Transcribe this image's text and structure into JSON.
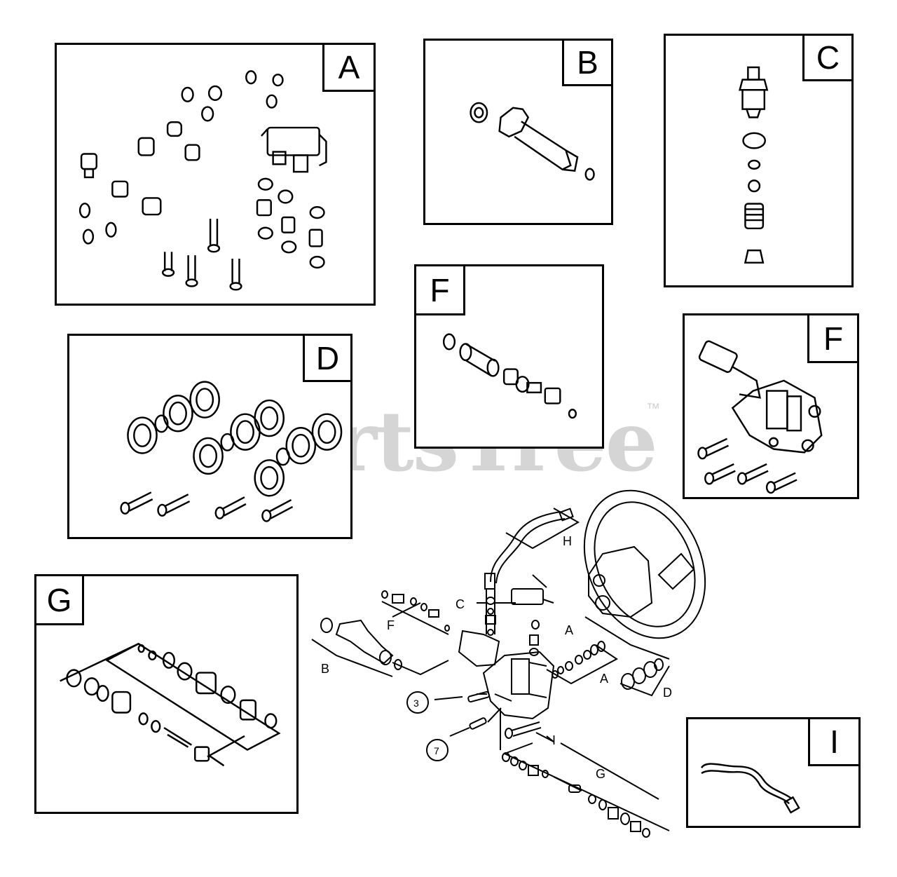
{
  "panels": [
    {
      "id": "A",
      "label": "A"
    },
    {
      "id": "B",
      "label": "B"
    },
    {
      "id": "C",
      "label": "C"
    },
    {
      "id": "D",
      "label": "D"
    },
    {
      "id": "F1",
      "label": "F"
    },
    {
      "id": "F2",
      "label": "F"
    },
    {
      "id": "G",
      "label": "G"
    },
    {
      "id": "I",
      "label": "I"
    }
  ],
  "assembly": {
    "callouts": {
      "H": "H",
      "C": "C",
      "F": "F",
      "A_top": "A",
      "B": "B",
      "A_side": "A",
      "D": "D",
      "I": "I",
      "G": "G"
    },
    "numbered": {
      "three": "3",
      "seven": "7"
    }
  },
  "watermark": {
    "text": "PartsTree",
    "trademark": "™"
  },
  "colors": {
    "line": "#000000",
    "background": "#ffffff",
    "watermark": "#c8c8c8"
  }
}
